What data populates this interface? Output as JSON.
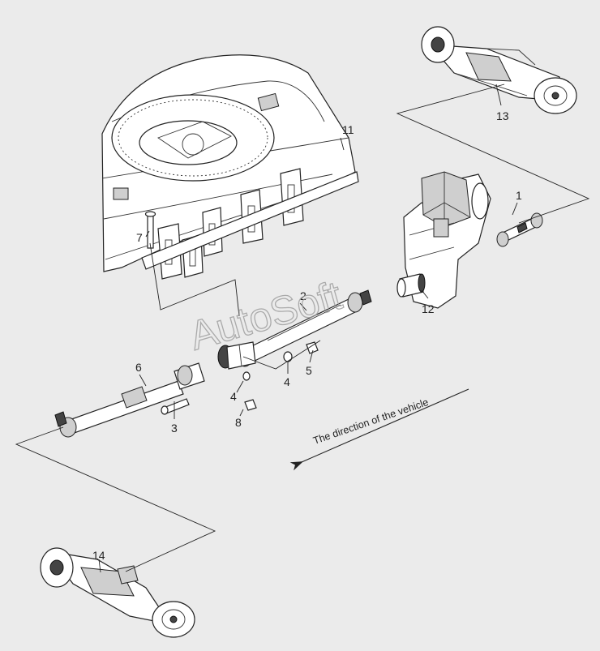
{
  "watermark": "AutoSoft",
  "direction_note": "The direction of the vehicle",
  "callouts": [
    "1",
    "2",
    "3",
    "4",
    "4",
    "5",
    "6",
    "7",
    "8",
    "11",
    "12",
    "13",
    "14"
  ]
}
